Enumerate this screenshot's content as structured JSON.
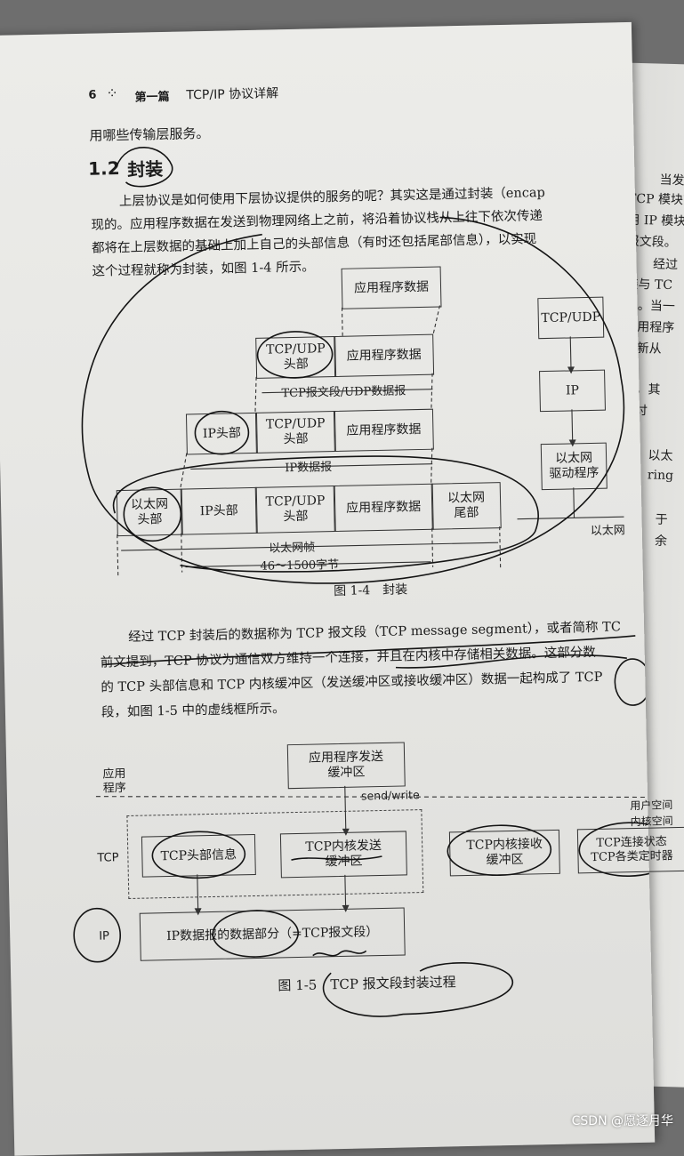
{
  "header": {
    "page_no": "6",
    "ornament": "⁘",
    "part": "第一篇",
    "book": "TCP/IP 协议详解"
  },
  "intro_line": "用哪些传输层服务。",
  "section": {
    "num": "1.2",
    "title": "封装"
  },
  "para1": [
    "上层协议是如何使用下层协议提供的服务的呢？其实这是通过封装（encap",
    "现的。应用程序数据在发送到物理网络上之前，将沿着协议栈从上往下依次传递",
    "都将在上层数据的基础上加上自己的头部信息（有时还包括尾部信息），以实现",
    "这个过程就称为封装，如图 1-4 所示。"
  ],
  "fig14": {
    "app_data": "应用程序数据",
    "tcpudp_header": "TCP/UDP\n头部",
    "tcp_segment": "TCP报文段/UDP数据报",
    "ip_header": "IP头部",
    "ip_datagram": "IP数据报",
    "eth_header": "以太网\n头部",
    "eth_trailer": "以太网\n尾部",
    "eth_frame": "以太网帧",
    "size_range": "46～1500字节",
    "stack": [
      "TCP/UDP",
      "IP",
      "以太网\n驱动程序"
    ],
    "ethernet": "以太网",
    "caption": "图 1-4　封装"
  },
  "para2": [
    "经过 TCP 封装后的数据称为 TCP 报文段（TCP message segment），或者简称 TC",
    "前文提到，TCP 协议为通信双方维持一个连接，并且在内核中存储相关数据。这部分数",
    "的 TCP 头部信息和 TCP 内核缓冲区（发送缓冲区或接收缓冲区）数据一起构成了 TCP",
    "段，如图 1-5 中的虚线框所示。"
  ],
  "fig15": {
    "app_label": "应用\n程序",
    "app_send_buffer": "应用程序发送\n缓冲区",
    "send_write": "send/write",
    "user_space": "用户空间",
    "kernel_space": "内核空间",
    "tcp_label": "TCP",
    "tcp_header_info": "TCP头部信息",
    "kernel_send_buffer": "TCP内核发送\n缓冲区",
    "kernel_recv_buffer": "TCP内核接收\n缓冲区",
    "conn_state": "TCP连接状态\nTCP各类定时器",
    "ip_label": "IP",
    "ip_data_part": "IP数据报的数据部分（=TCP报文段）",
    "caption": "图 1-5　TCP 报文段封装过程"
  },
  "right_page_lines": [
    "当发送",
    "TCP 模块首",
    "用 IP 模块",
    "报文段。",
    "经过",
    "装与 TC",
    "的。当一",
    "应用程序",
    "重新从",
    "分，其",
    "细讨",
    "以太",
    "ring",
    "于",
    "余"
  ],
  "watermark": "CSDN @愿逐月华"
}
